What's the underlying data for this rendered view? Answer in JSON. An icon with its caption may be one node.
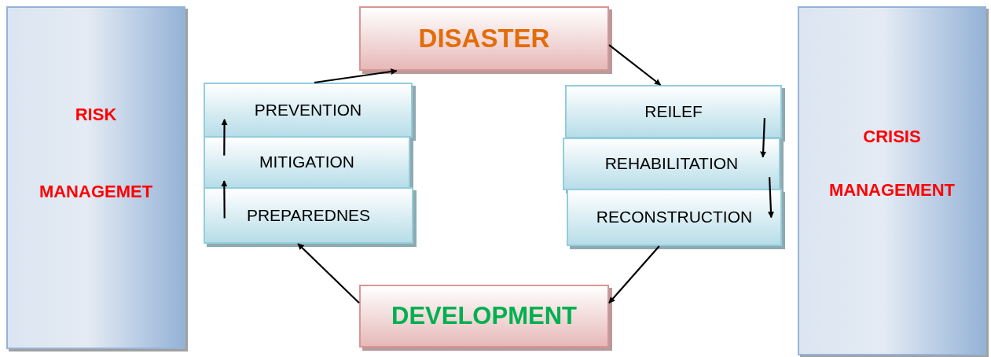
{
  "diagram": {
    "nodes": [
      {
        "text": [
          "RISK",
          "MANAGEMET"
        ]
      },
      {
        "text": [
          "CRISIS",
          "MANAGEMENT"
        ]
      },
      {
        "text": [
          "DISASTER"
        ]
      },
      {
        "text": [
          "PREVENTION"
        ]
      },
      {
        "text": [
          "MITIGATION"
        ]
      },
      {
        "text": [
          "PREPAREDNES"
        ]
      },
      {
        "text": [
          "REILEF"
        ]
      },
      {
        "text": [
          "REHABILITATION"
        ]
      },
      {
        "text": [
          "RECONSTRUCTION"
        ]
      },
      {
        "text": [
          "DEVELOPMENT"
        ]
      }
    ],
    "edges": [
      {
        "from": 3,
        "to": 2,
        "arrow": "to"
      },
      {
        "from": 2,
        "to": 6,
        "arrow": "to"
      },
      {
        "from": 5,
        "to": 4,
        "arrow": "to"
      },
      {
        "from": 4,
        "to": 3,
        "arrow": "to"
      },
      {
        "from": 6,
        "to": 7,
        "arrow": "to"
      },
      {
        "from": 7,
        "to": 8,
        "arrow": "to"
      },
      {
        "from": 8,
        "to": 9,
        "arrow": "to"
      },
      {
        "from": 9,
        "to": 5,
        "arrow": "to"
      }
    ]
  }
}
